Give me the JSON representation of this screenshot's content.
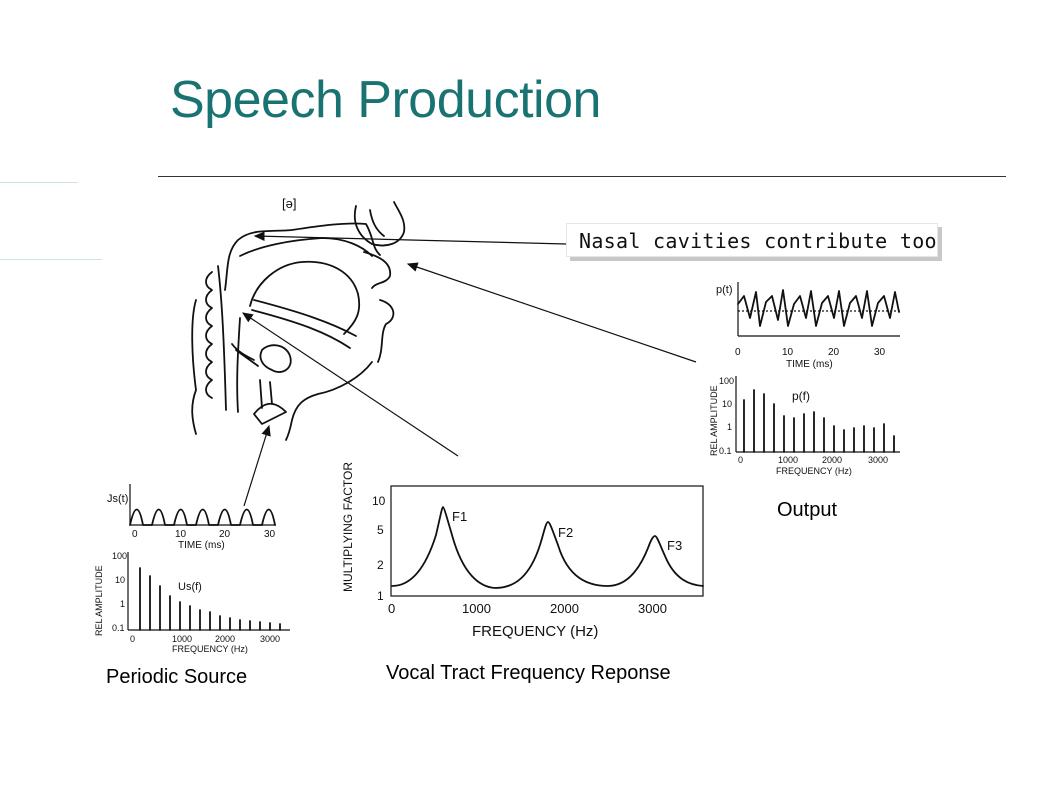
{
  "slide": {
    "title": "Speech Production",
    "callout": "Nasal cavities contribute too",
    "labels": {
      "output": "Output",
      "source": "Periodic Source",
      "vocal_tract": "Vocal Tract Frequency Reponse"
    }
  },
  "diagram": {
    "phoneme": "[ə]",
    "source_time_plot": {
      "ylabel": "Js(t)",
      "xlabel": "TIME (ms)",
      "ticks": [
        "0",
        "10",
        "20",
        "30"
      ]
    },
    "source_spectrum_plot": {
      "ylabel": "REL AMPLITUDE",
      "curve_label": "Us(f)",
      "xlabel": "FREQUENCY (Hz)",
      "xticks": [
        "0",
        "1000",
        "2000",
        "3000"
      ],
      "yticks": [
        "100",
        "10",
        "1",
        "0.1"
      ]
    },
    "tract_plot": {
      "ylabel": "MULTIPLYING FACTOR",
      "xlabel": "FREQUENCY (Hz)",
      "xticks": [
        "0",
        "1000",
        "2000",
        "3000"
      ],
      "yticks": [
        "10",
        "5",
        "2",
        "1"
      ],
      "formants": [
        "F1",
        "F2",
        "F3"
      ]
    },
    "output_time_plot": {
      "ylabel": "p(t)",
      "xlabel": "TIME (ms)",
      "ticks": [
        "0",
        "10",
        "20",
        "30"
      ]
    },
    "output_spectrum_plot": {
      "ylabel": "REL AMPLITUDE",
      "curve_label": "p(f)",
      "xlabel": "FREQUENCY (Hz)",
      "xticks": [
        "0",
        "1000",
        "2000",
        "3000"
      ],
      "yticks": [
        "100",
        "10",
        "1",
        "0.1"
      ]
    }
  },
  "colors": {
    "title": "#1a7373",
    "rule": "#333333",
    "accent": "#cfe3e3"
  }
}
